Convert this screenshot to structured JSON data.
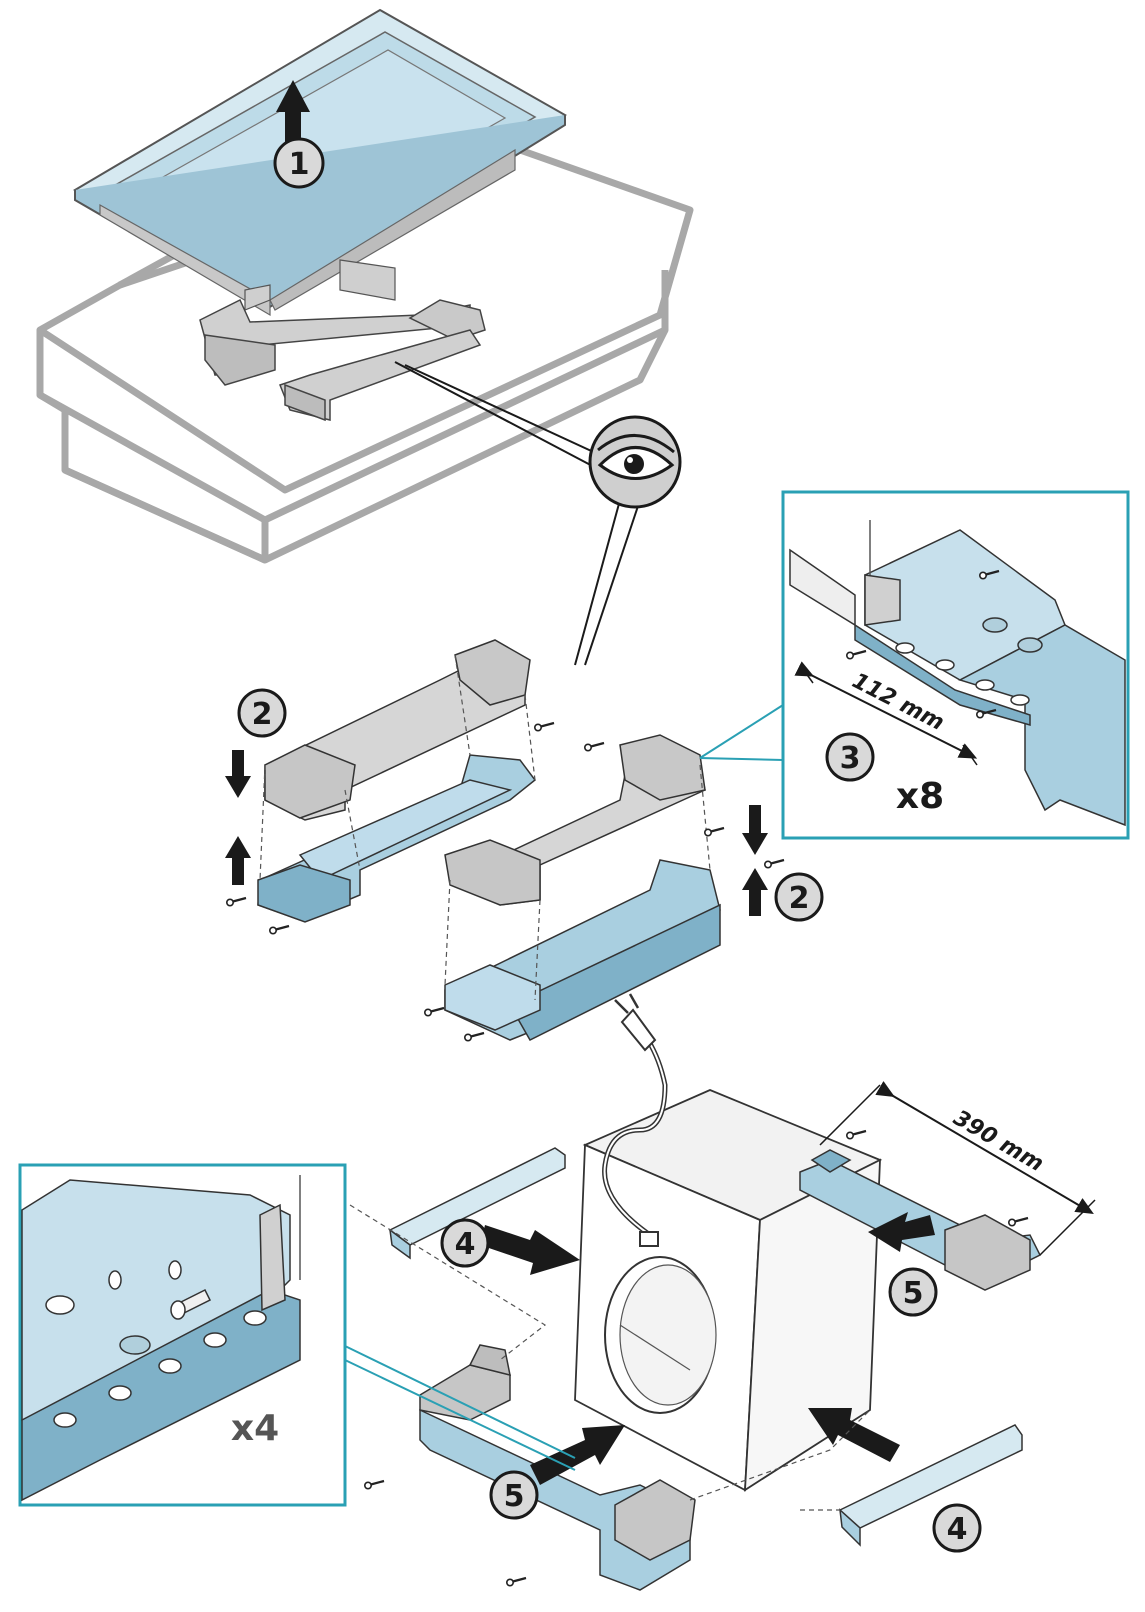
{
  "steps": {
    "s1": "1",
    "s2a": "2",
    "s2b": "2",
    "s3": "3",
    "s4a": "4",
    "s4b": "4",
    "s5a": "5",
    "s5b": "5"
  },
  "dimensions": {
    "bracket_spacing": "112 mm",
    "rail_length": "390 mm"
  },
  "quantities": {
    "screws_step3": "x8",
    "screws_detail": "x4"
  },
  "icons": [
    "up-arrow-icon",
    "down-arrow-icon",
    "eye-icon",
    "push-arrow-icon",
    "screw-icon",
    "power-plug-icon"
  ],
  "colors": {
    "part_blue": "#a9cfe0",
    "part_dark_blue": "#7fb1c8",
    "frame_light": "#d6e9f1",
    "metal_grey": "#d0d0d0",
    "box_outline": "#a8a8a8",
    "callout_teal": "#2aa0b4",
    "badge_fill": "#d9d9d9"
  }
}
